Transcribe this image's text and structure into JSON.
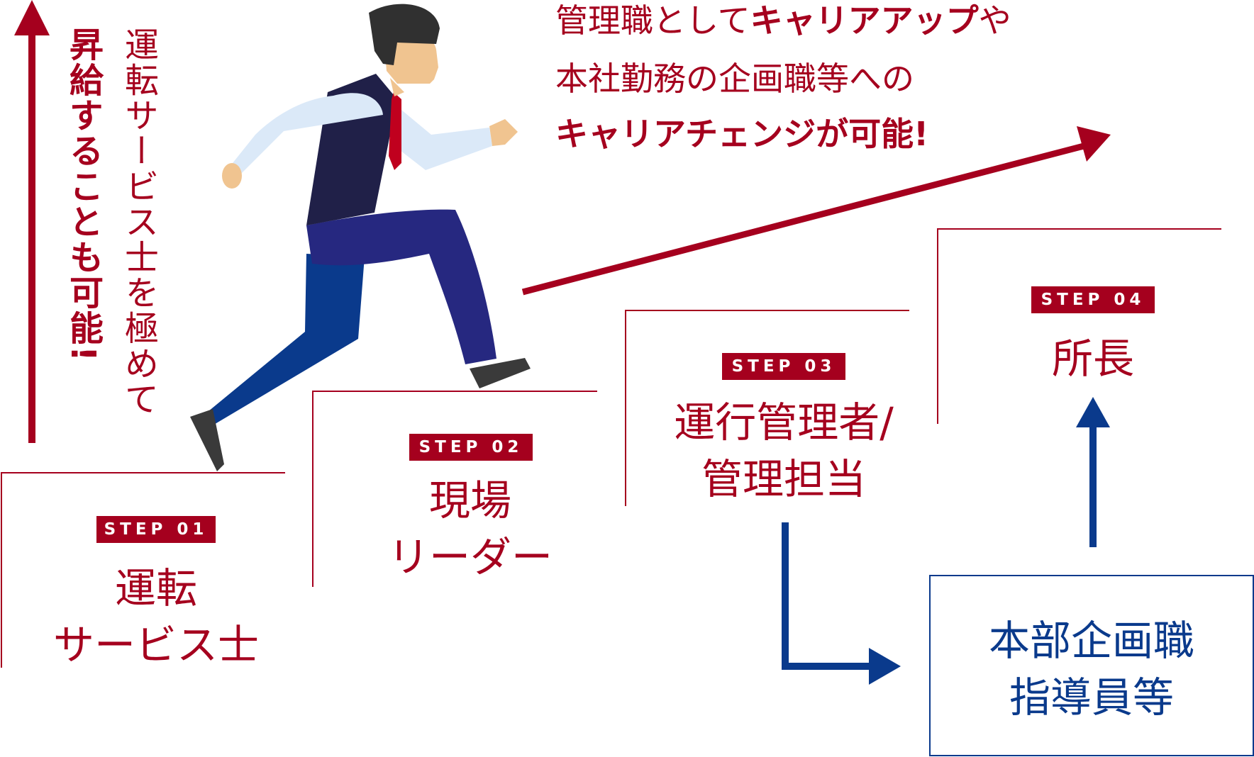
{
  "colors": {
    "red": "#a5001e",
    "blue": "#0a3a8c"
  },
  "headline": {
    "line1_a": "管理職として",
    "line1_b": "キャリアアップ",
    "line1_c": "や",
    "line2": "本社勤務の企画職等への",
    "line3": "キャリアチェンジが可能!"
  },
  "vertical": {
    "bold": "昇給することも可能!",
    "regular": "運転サービス士を極めて"
  },
  "steps": [
    {
      "badge": "STEP 01",
      "title1": "運転",
      "title2": "サービス士"
    },
    {
      "badge": "STEP 02",
      "title1": "現場",
      "title2": "リーダー"
    },
    {
      "badge": "STEP 03",
      "title1": "運行管理者/",
      "title2": "管理担当"
    },
    {
      "badge": "STEP 04",
      "title1": "所長",
      "title2": ""
    }
  ],
  "hq_box": {
    "line1": "本部企画職",
    "line2": "指導員等"
  },
  "icons": {
    "figure": "running-businessman-icon",
    "up_arrow": "arrow-up-icon",
    "diag_arrow": "arrow-diagonal-icon",
    "elbow_arrow": "arrow-elbow-right-icon",
    "box_up_arrow": "arrow-up-blue-icon"
  }
}
